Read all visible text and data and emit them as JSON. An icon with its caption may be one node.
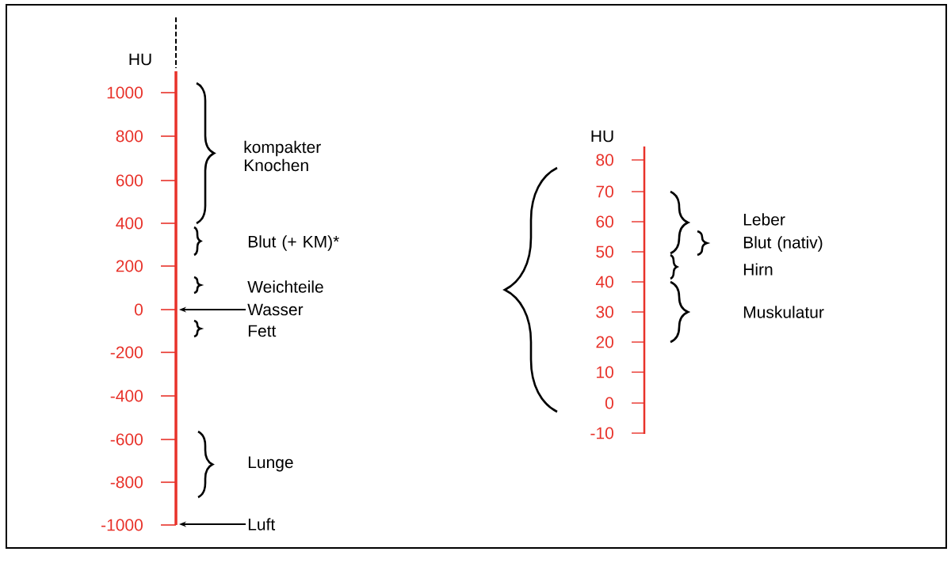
{
  "diagram": {
    "nodes": [
      {
        "text": [
          "Wasser"
        ]
      },
      {
        "text": [
          "Luft"
        ]
      },
      {
        "text": [],
        "shape": "bar"
      }
    ],
    "edges": [
      {
        "from": 0,
        "to": 2,
        "arrow": "to"
      },
      {
        "from": 1,
        "to": 2,
        "arrow": "to"
      }
    ],
    "labels": [
      "HU",
      "1000",
      "800",
      "600",
      "400",
      "200",
      "0",
      "-200",
      "-400",
      "-600",
      "-800",
      "-1000",
      "kompakter Knochen",
      "Blut (+ KM)*",
      "Weichteile",
      "Fett",
      "Lunge",
      "HU",
      "80",
      "70",
      "60",
      "50",
      "40",
      "30",
      "20",
      "10",
      "0",
      "-10",
      "Leber",
      "Blut (nativ)",
      "Hirn",
      "Muskulatur"
    ]
  }
}
